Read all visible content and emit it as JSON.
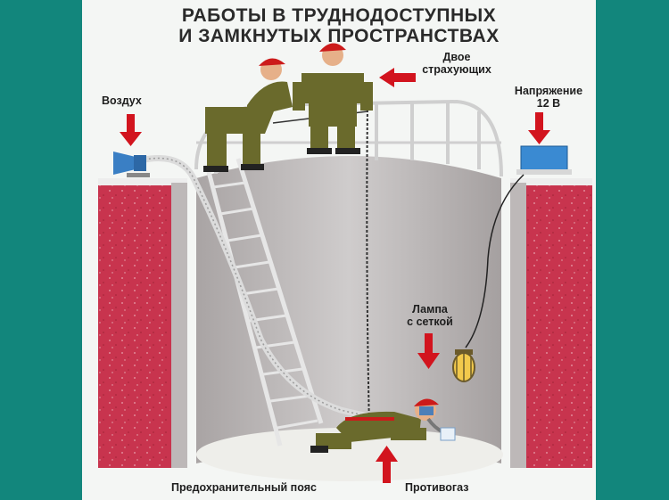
{
  "poster": {
    "title_line1": "РАБОТЫ В ТРУДНОДОСТУПНЫХ",
    "title_line2": "И ЗАМКНУТЫХ   ПРОСТРАНСТВАХ",
    "labels": {
      "air": "Воздух",
      "two_safety_line1": "Двое",
      "two_safety_line2": "страхующих",
      "voltage_line1": "Напряжение",
      "voltage_line2": "12 В",
      "lamp_line1": "Лампа",
      "lamp_line2": "с сеткой",
      "safety_belt": "Предохранительный пояс",
      "gas_mask": "Противогаз"
    }
  },
  "colors": {
    "background": "#12867c",
    "wall": "#c8344e",
    "tank": "#c3bfbf",
    "uniform": "#6a6a2c",
    "helmet": "#cc1a1a",
    "arrow": "#d2141e"
  }
}
